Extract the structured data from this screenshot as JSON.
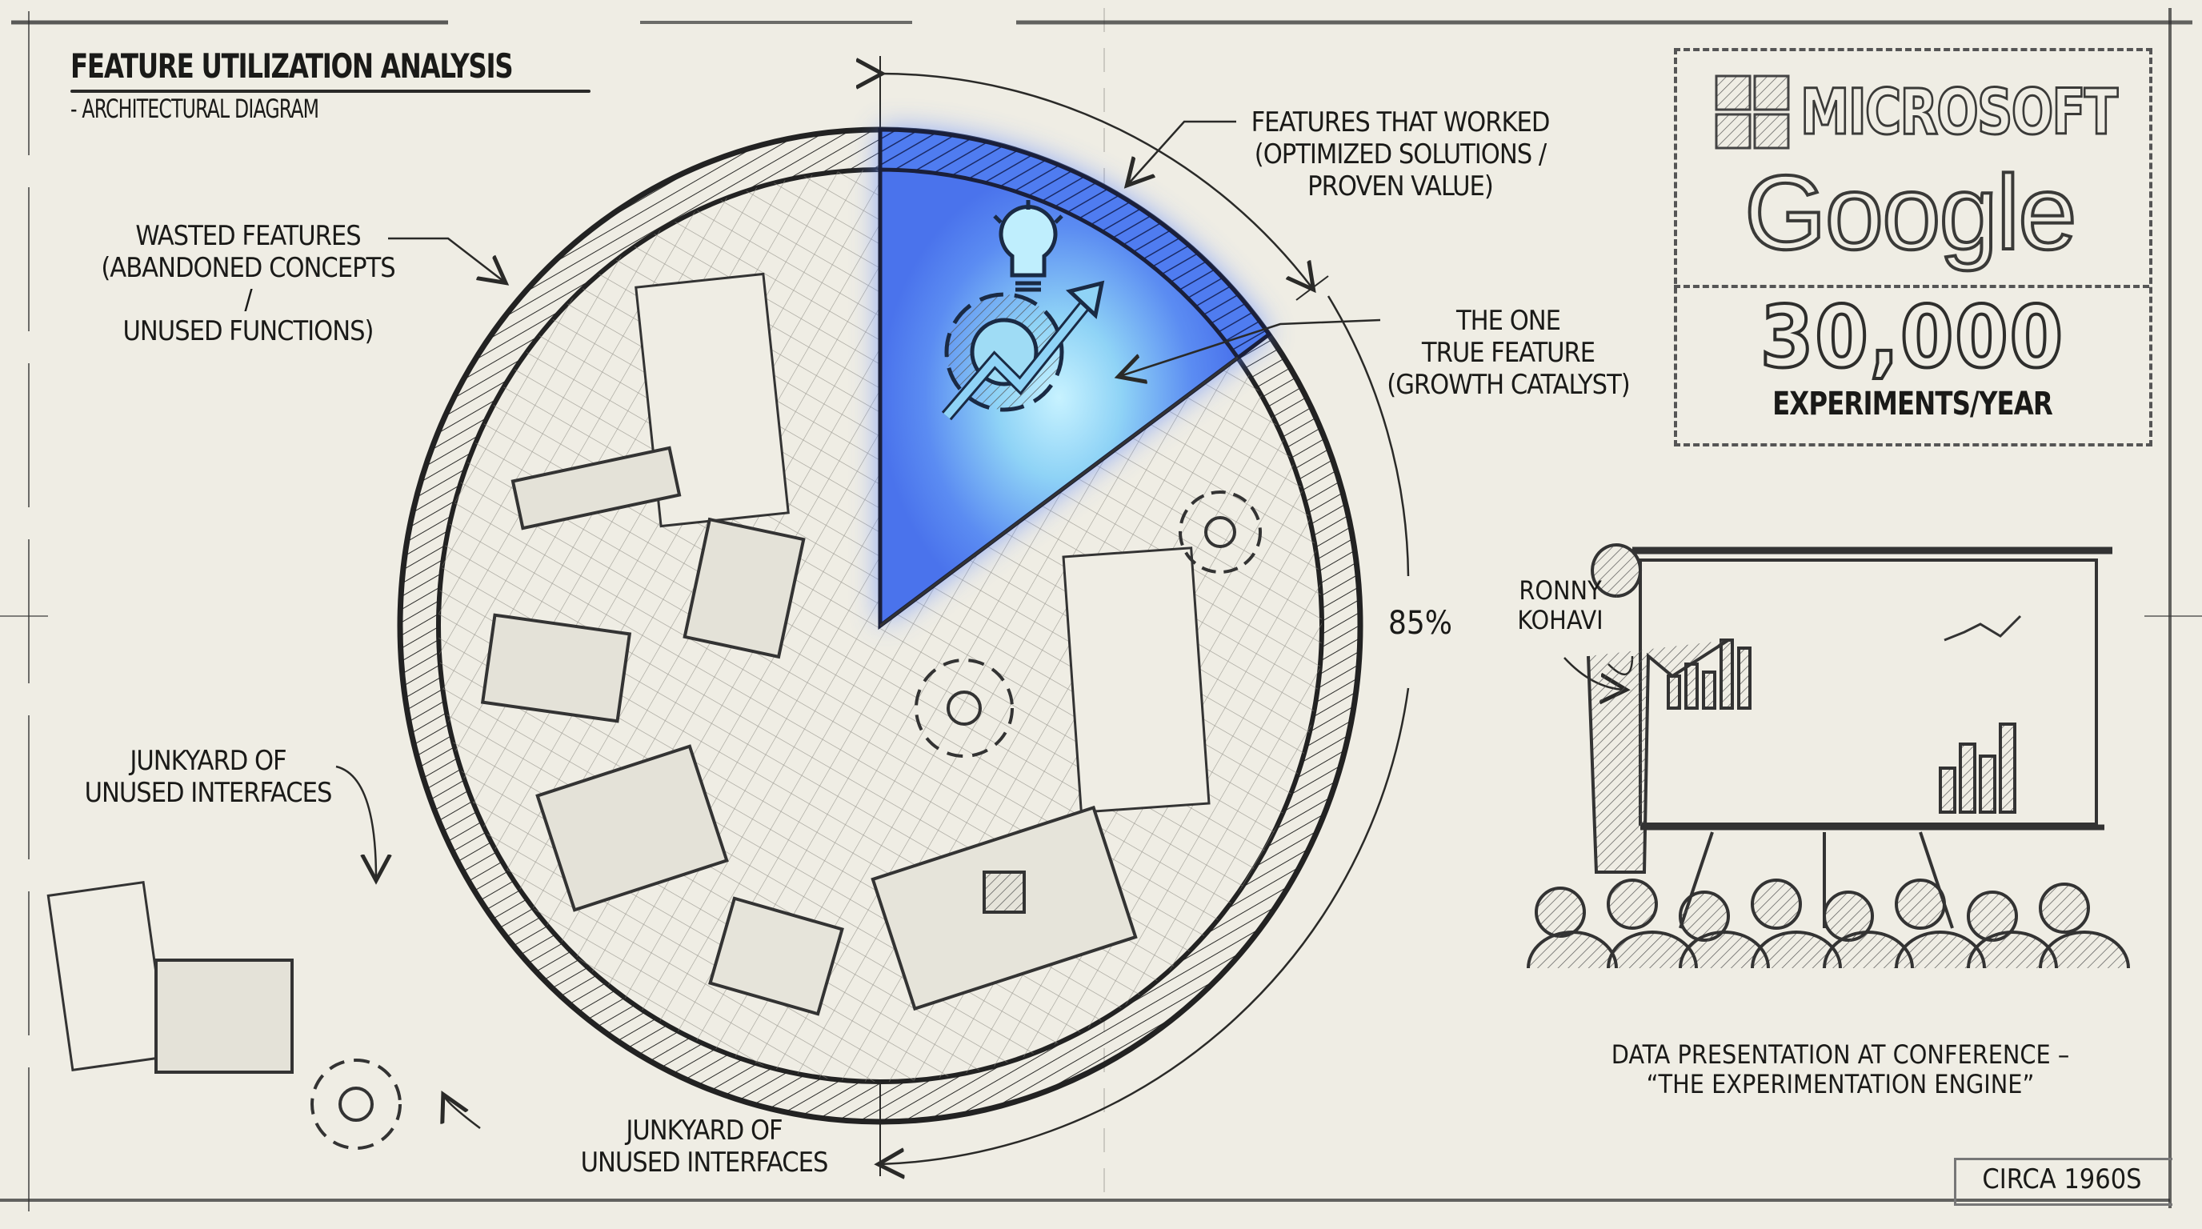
{
  "header": {
    "title": "FEATURE UTILIZATION ANALYSIS",
    "subtitle": "- ARCHITECTURAL DIAGRAM"
  },
  "callouts": {
    "wasted": [
      "WASTED FEATURES",
      "(ABANDONED CONCEPTS /",
      "UNUSED FUNCTIONS)"
    ],
    "worked": [
      "FEATURES THAT WORKED",
      "(OPTIMIZED SOLUTIONS /",
      "PROVEN VALUE)"
    ],
    "true_feature": [
      "THE ONE",
      "TRUE FEATURE",
      "(GROWTH CATALYST)"
    ],
    "junkyard_left": [
      "JUNKYARD OF",
      "UNUSED INTERFACES"
    ],
    "junkyard_bottom": [
      "JUNKYARD OF",
      "UNUSED INTERFACES"
    ],
    "percent": "85%"
  },
  "pie": {
    "slices": [
      {
        "name": "Wasted features / junkyard of unused interfaces",
        "value": 85,
        "color": "#efede4",
        "pattern": "cross-hatch"
      },
      {
        "name": "Features that worked / the one true feature",
        "value": 15,
        "color": "#4f7cf0",
        "icon": "lightbulb-gear-growth-arrow-icon"
      }
    ]
  },
  "logos": {
    "company_1": "MICROSOFT",
    "company_2": "Google",
    "stat_value": "30,000",
    "stat_label": "EXPERIMENTS/YEAR"
  },
  "presentation": {
    "speaker": [
      "RONNY",
      "KOHAVI"
    ],
    "caption": [
      "DATA PRESENTATION AT CONFERENCE –",
      "“THE EXPERIMENTATION ENGINE”"
    ]
  },
  "footer": {
    "circa": "CIRCA 1960s"
  },
  "colors": {
    "paper": "#efede4",
    "ink": "#1c1c1a",
    "highlight_blue": "#4f7cf0",
    "glow_blue": "#9fdcf5"
  }
}
